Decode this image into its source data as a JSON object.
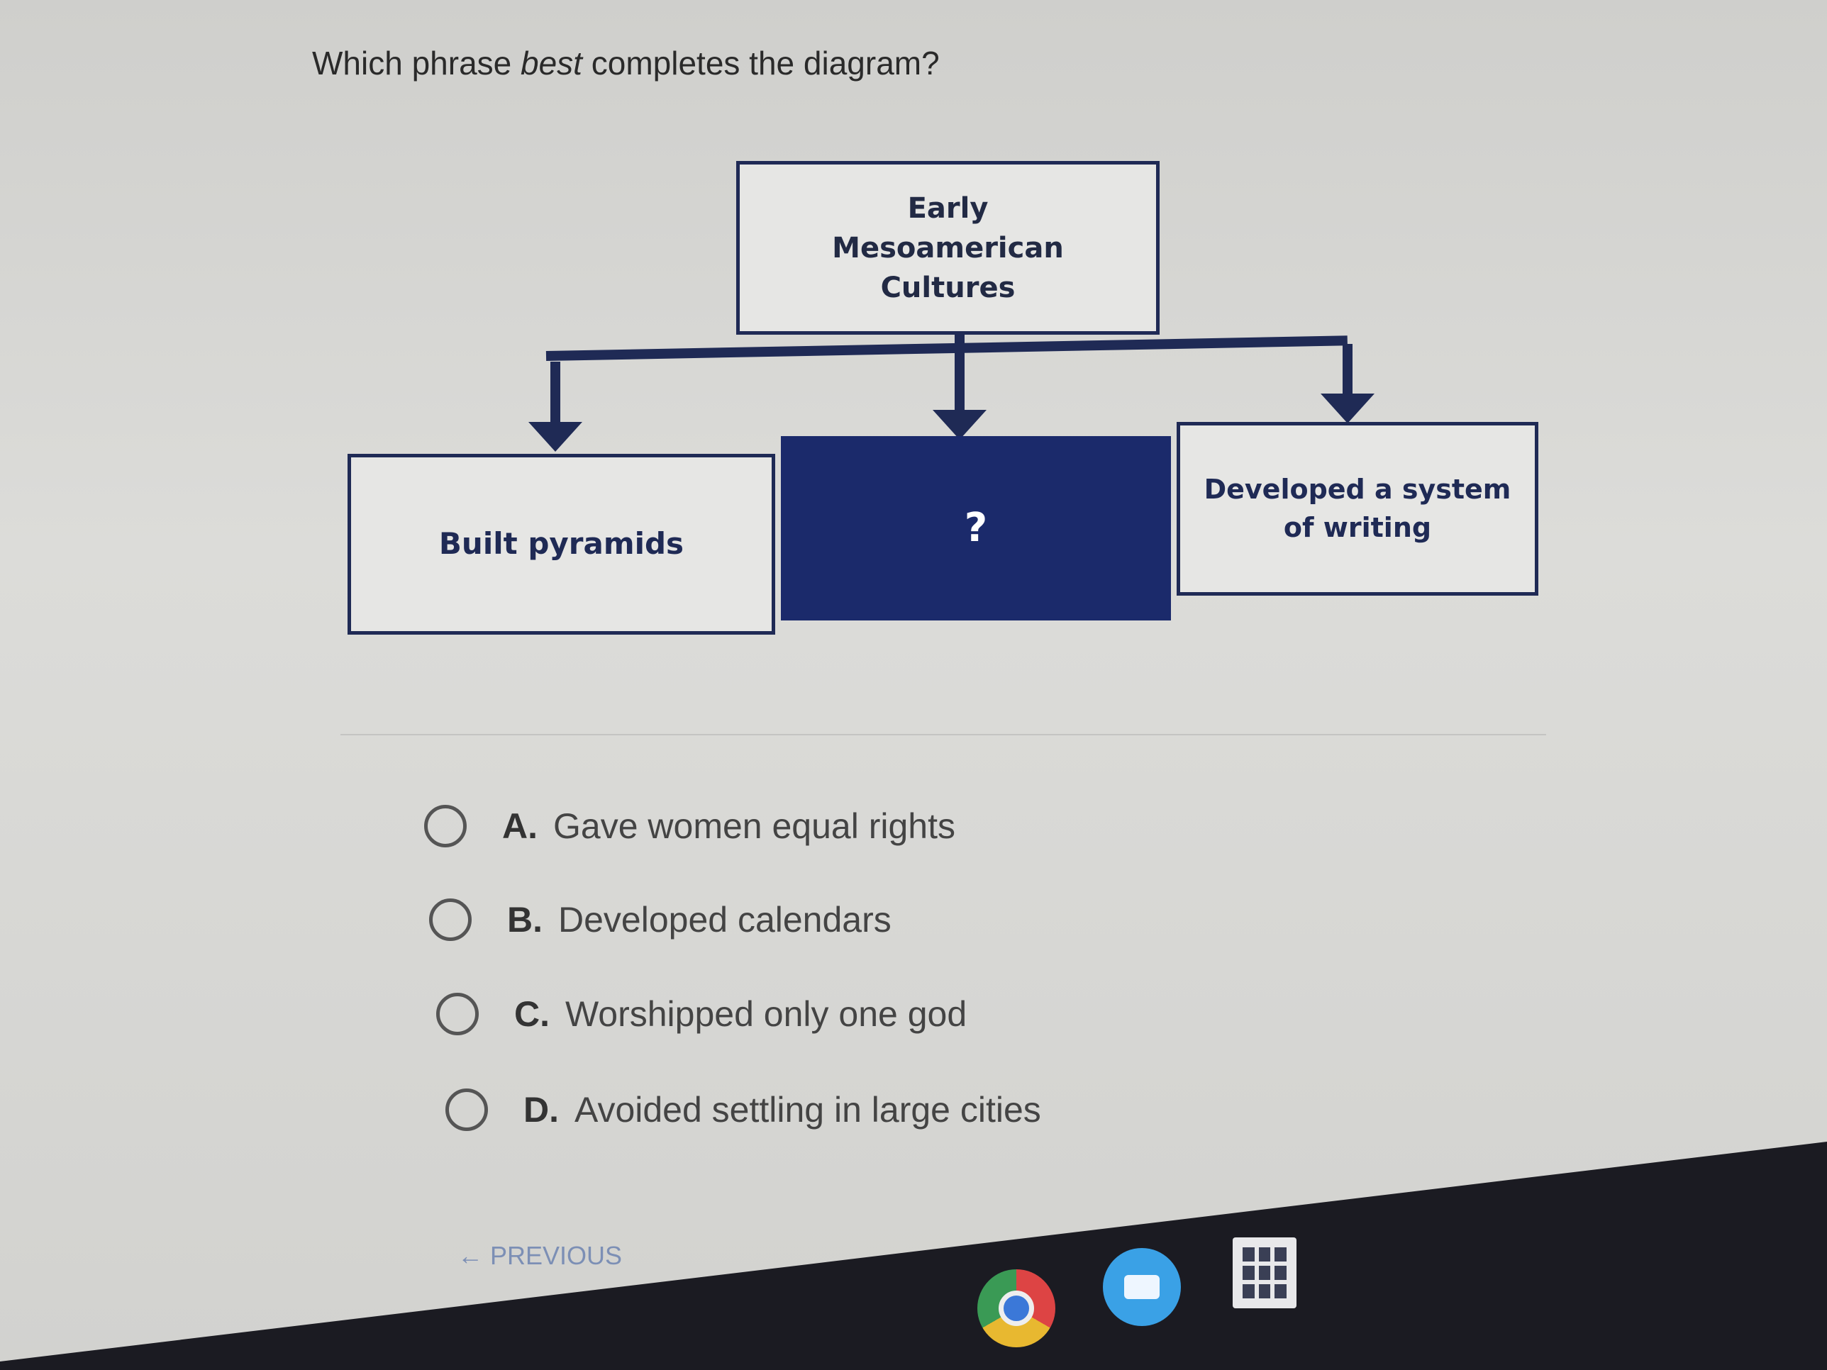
{
  "question": {
    "prefix": "Which phrase ",
    "emphasis": "best",
    "suffix": " completes the diagram?"
  },
  "diagram": {
    "top": "Early\nMesoamerican\nCultures",
    "children": [
      "Built pyramids",
      "?",
      "Developed a system\nof writing"
    ]
  },
  "options": [
    {
      "letter": "A.",
      "text": "Gave women equal rights"
    },
    {
      "letter": "B.",
      "text": "Developed calendars"
    },
    {
      "letter": "C.",
      "text": "Worshipped only one god"
    },
    {
      "letter": "D.",
      "text": "Avoided settling in large cities"
    }
  ],
  "nav": {
    "previous_arrow": "←",
    "previous": "PREVIOUS"
  },
  "colors": {
    "accent": "#1b2a6b"
  }
}
